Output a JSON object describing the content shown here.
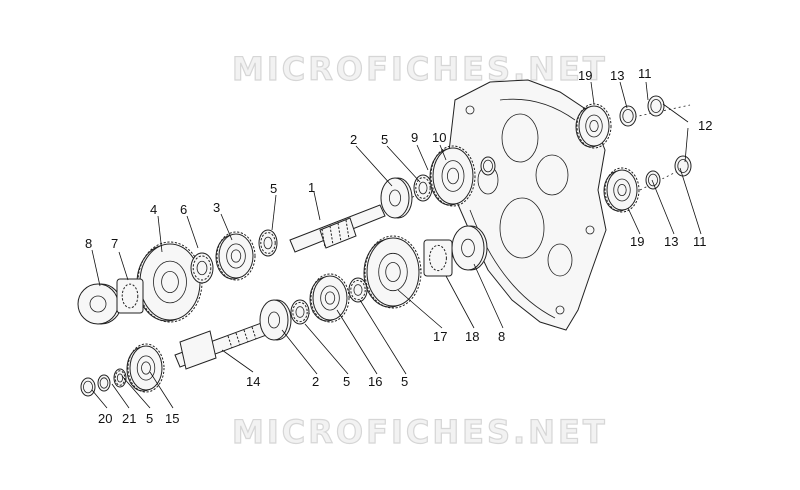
{
  "watermark": {
    "top": "MICROFICHES.NET",
    "bottom": "MICROFICHES.NET"
  },
  "callouts": [
    {
      "id": "c1",
      "label": "1"
    },
    {
      "id": "c2a",
      "label": "2"
    },
    {
      "id": "c5a",
      "label": "5"
    },
    {
      "id": "c9",
      "label": "9"
    },
    {
      "id": "c10",
      "label": "10"
    },
    {
      "id": "c19a",
      "label": "19"
    },
    {
      "id": "c13a",
      "label": "13"
    },
    {
      "id": "c11a",
      "label": "11"
    },
    {
      "id": "c12",
      "label": "12"
    },
    {
      "id": "c19b",
      "label": "19"
    },
    {
      "id": "c13b",
      "label": "13"
    },
    {
      "id": "c11b",
      "label": "11"
    },
    {
      "id": "c4",
      "label": "4"
    },
    {
      "id": "c6",
      "label": "6"
    },
    {
      "id": "c3",
      "label": "3"
    },
    {
      "id": "c5b",
      "label": "5"
    },
    {
      "id": "c8a",
      "label": "8"
    },
    {
      "id": "c7",
      "label": "7"
    },
    {
      "id": "c17",
      "label": "17"
    },
    {
      "id": "c18",
      "label": "18"
    },
    {
      "id": "c8b",
      "label": "8"
    },
    {
      "id": "c14",
      "label": "14"
    },
    {
      "id": "c2b",
      "label": "2"
    },
    {
      "id": "c5c",
      "label": "5"
    },
    {
      "id": "c16",
      "label": "16"
    },
    {
      "id": "c5d",
      "label": "5"
    },
    {
      "id": "c20",
      "label": "20"
    },
    {
      "id": "c21",
      "label": "21"
    },
    {
      "id": "c5e",
      "label": "5"
    },
    {
      "id": "c15",
      "label": "15"
    }
  ]
}
